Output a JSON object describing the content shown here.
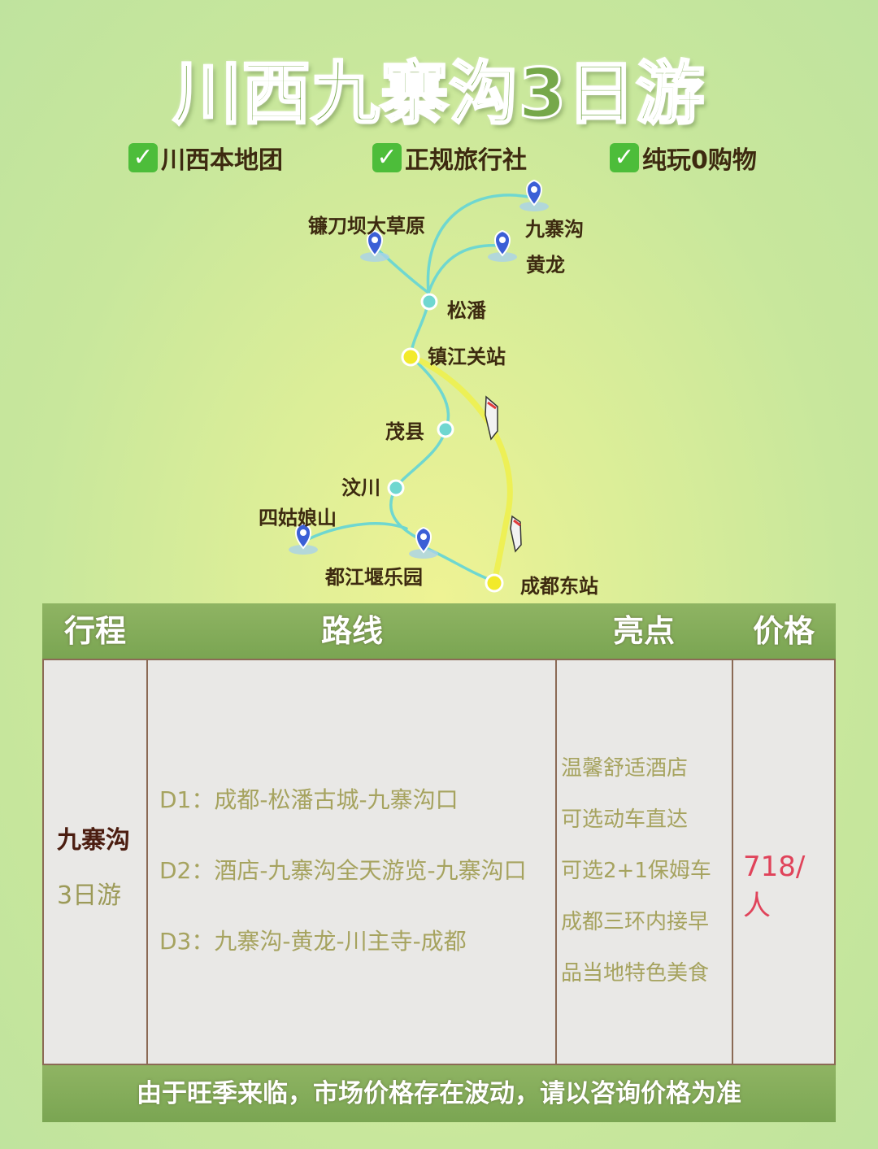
{
  "title": "川西九寨沟3日游",
  "tags": [
    "川西本地团",
    "正规旅行社",
    "纯玩0购物"
  ],
  "map": {
    "places": {
      "jiuzhaigou": "九寨沟",
      "huanglong": "黄龙",
      "grassland": "镰刀坝大草原",
      "songpan": "松潘",
      "zhenjiangguan": "镇江关站",
      "maoxian": "茂县",
      "wenchuan": "汶川",
      "siguniang": "四姑娘山",
      "dujiangyan": "都江堰乐园",
      "chengdudong": "成都东站"
    },
    "colors": {
      "route": "#6fd7d0",
      "station": "#f2ea2a",
      "pin": "#3b5fd6"
    }
  },
  "table": {
    "headers": [
      "行程",
      "路线",
      "亮点",
      "价格"
    ],
    "trip_name": "九寨沟",
    "trip_days": "3日游",
    "routes": [
      "D1：成都-松潘古城-九寨沟口",
      "D2：酒店-九寨沟全天游览-九寨沟口",
      "D3：九寨沟-黄龙-川主寺-成都"
    ],
    "highlights": [
      "温馨舒适酒店",
      "可选动车直达",
      "可选2+1保姆车",
      "成都三环内接早",
      "品当地特色美食"
    ],
    "price": "718/人",
    "footer": "由于旺季来临，市场价格存在波动，请以咨询价格为准"
  }
}
